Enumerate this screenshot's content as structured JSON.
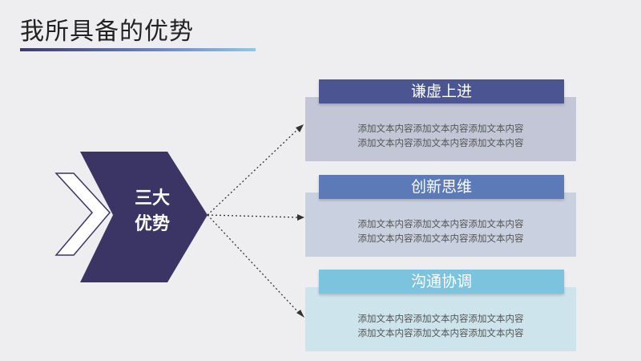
{
  "title": "我所具备的优势",
  "center": {
    "line1": "三大",
    "line2": "优势"
  },
  "cards": [
    {
      "heading": "谦虚上进",
      "text1": "添加文本内容添加文本内容添加文本内容",
      "text2": "添加文本内容添加文本内容添加文本内容",
      "head_color": "#4b5591",
      "body_color": "#c3c6d6"
    },
    {
      "heading": "创新思维",
      "text1": "添加文本内容添加文本内容添加文本内容",
      "text2": "添加文本内容添加文本内容添加文本内容",
      "head_color": "#5d7ab8",
      "body_color": "#c9d0df"
    },
    {
      "heading": "沟通协调",
      "text1": "添加文本内容添加文本内容添加文本内容",
      "text2": "添加文本内容添加文本内容添加文本内容",
      "head_color": "#7cc3df",
      "body_color": "#cde4ec"
    }
  ],
  "colors": {
    "chevron": "#3b3565",
    "chevron_outline": "#3b3565"
  }
}
